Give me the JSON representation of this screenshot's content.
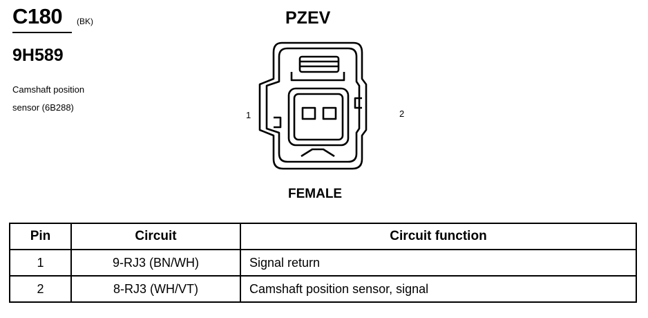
{
  "connector": {
    "id": "C180",
    "color_code": "(BK)",
    "part_number": "9H589",
    "description_lines": [
      "Camshaft position",
      "sensor (6B288)"
    ]
  },
  "diagram": {
    "title": "PZEV",
    "pin_labels": [
      "1",
      "2"
    ],
    "gender": "FEMALE"
  },
  "table": {
    "headers": [
      "Pin",
      "Circuit",
      "Circuit function"
    ],
    "rows": [
      {
        "pin": "1",
        "circuit": "9-RJ3 (BN/WH)",
        "function": "Signal return"
      },
      {
        "pin": "2",
        "circuit": "8-RJ3 (WH/VT)",
        "function": "Camshaft position sensor, signal"
      }
    ]
  }
}
